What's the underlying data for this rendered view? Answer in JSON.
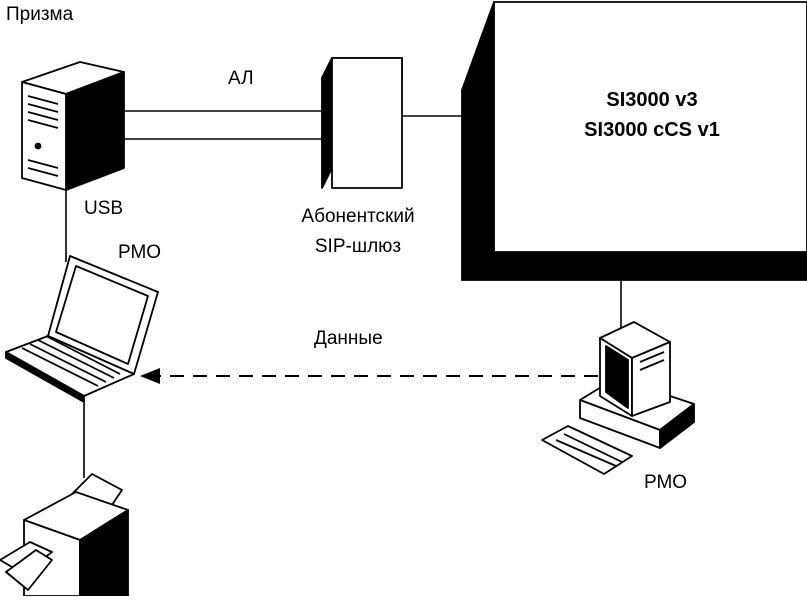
{
  "labels": {
    "prizma": "Призма",
    "al": "АЛ",
    "usb": "USB",
    "rmo_left": "РМО",
    "gateway_line1": "Абонентский",
    "gateway_line2": "SIP-шлюз",
    "switch_line1": "SI3000 v3",
    "switch_line2": "SI3000 cCS v1",
    "data": "Данные",
    "rmo_right": "РМО"
  },
  "colors": {
    "line": "#000000",
    "fill": "#ffffff",
    "shadow": "#000000"
  },
  "icons": [
    "server-tower-icon",
    "sip-gateway-icon",
    "switch-box-icon",
    "laptop-icon",
    "desktop-pc-icon",
    "printer-icon"
  ]
}
